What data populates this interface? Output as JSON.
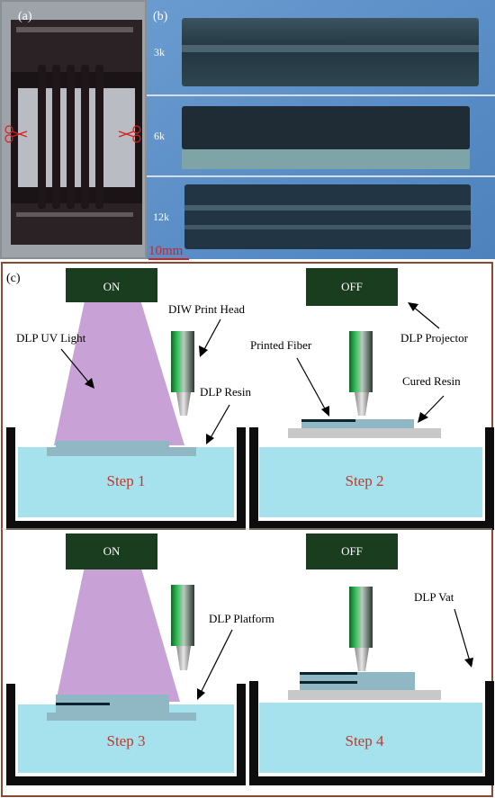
{
  "panel_a": {
    "label": "(a)"
  },
  "panel_b": {
    "label": "(b)",
    "samples": [
      "3k",
      "6k",
      "12k"
    ],
    "scale_bar": "10mm"
  },
  "panel_c": {
    "label": "(c)",
    "steps": [
      {
        "caption": "Step 1",
        "projector_state": "ON"
      },
      {
        "caption": "Step 2",
        "projector_state": "OFF"
      },
      {
        "caption": "Step 3",
        "projector_state": "ON"
      },
      {
        "caption": "Step 4",
        "projector_state": "OFF"
      }
    ],
    "labels": {
      "diw_print_head": "DIW Print Head",
      "dlp_uv_light": "DLP UV Light",
      "dlp_resin": "DLP Resin",
      "printed_fiber": "Printed Fiber",
      "dlp_projector": "DLP Projector",
      "cured_resin": "Cured Resin",
      "dlp_platform": "DLP Platform",
      "dlp_vat": "DLP Vat"
    }
  },
  "colors": {
    "uv_light": "#c8a2d6",
    "projector": "#1a3d1f",
    "resin": "#a6e2ee",
    "cured_resin": "#8fb8c4",
    "platform": "#c8c8c8",
    "fiber": "#0a2530",
    "nozzle_green": "#22a84a",
    "frame_brown": "#8a4a30",
    "step_text": "#c0392b",
    "scale_red": "#d62020",
    "photo_bg": "#5b8fc7"
  }
}
